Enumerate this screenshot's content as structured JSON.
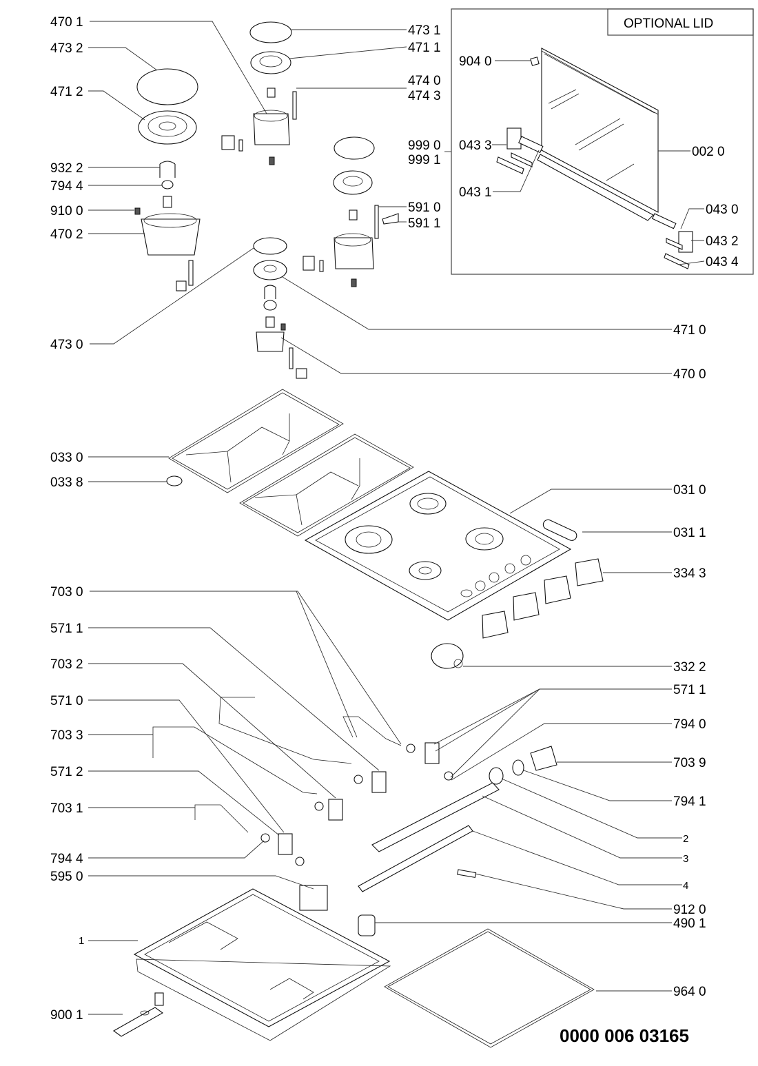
{
  "document_number": "0000 006 03165",
  "optional_lid": {
    "title": "OPTIONAL LID",
    "labels": {
      "p9040": "904 0",
      "p0433": "043 3",
      "p0431": "043 1",
      "p0020": "002 0",
      "p0430": "043 0",
      "p0432": "043 2",
      "p0434": "043 4"
    }
  },
  "labels_left": {
    "p4701": "470 1",
    "p4732": "473 2",
    "p4712": "471 2",
    "p9322": "932 2",
    "p7944a": "794 4",
    "p9100": "910 0",
    "p4702": "470 2",
    "p4730": "473 0",
    "p0330": "033 0",
    "p0338": "033 8",
    "p7030": "703 0",
    "p5711a": "571 1",
    "p7032": "703 2",
    "p5710": "571 0",
    "p7033": "703 3",
    "p5712": "571 2",
    "p7031": "703 1",
    "p7944b": "794 4",
    "p5950": "595 0",
    "p1": "1",
    "p9001": "900 1"
  },
  "labels_center": {
    "p4731": "473 1",
    "p4711": "471 1",
    "p4740": "474 0",
    "p4743": "474 3",
    "p9990": "999 0",
    "p9991": "999 1",
    "p5910": "591 0",
    "p5911": "591 1"
  },
  "labels_right": {
    "p4710": "471 0",
    "p4700": "470 0",
    "p0310": "031 0",
    "p0311": "031 1",
    "p3343": "334 3",
    "p3322": "332 2",
    "p5711b": "571 1",
    "p7940": "794 0",
    "p7039": "703 9",
    "p7941": "794 1",
    "p2": "2",
    "p3": "3",
    "p4": "4",
    "p9120": "912 0",
    "p4901": "490 1",
    "p9640": "964 0"
  }
}
